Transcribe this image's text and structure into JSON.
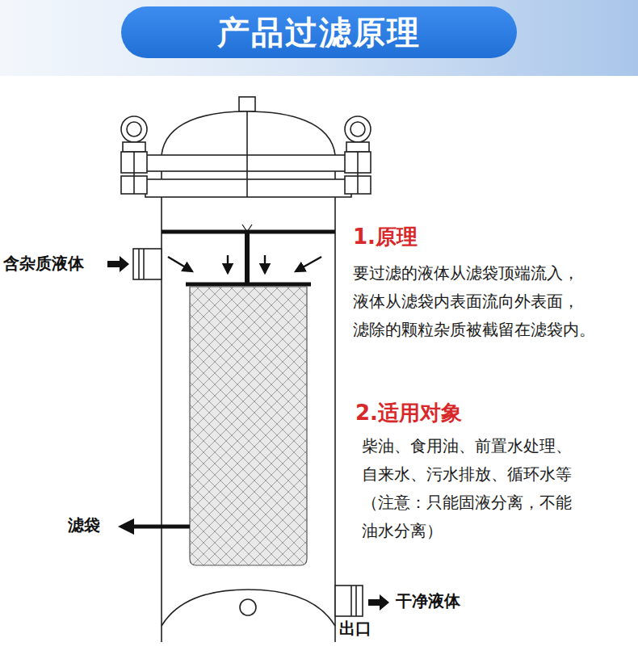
{
  "diagram": {
    "title": "产品过滤原理",
    "labels": [
      "含杂质液体",
      "滤袋",
      "干净液体",
      "出口",
      "1.原理",
      "要过滤的液体从滤袋顶端流入，",
      "液体从滤袋内表面流向外表面，",
      "滤除的颗粒杂质被截留在滤袋内。",
      "2.适用对象",
      "柴油、食用油、前置水处理、",
      "自来水、污水排放、循环水等",
      "（注意：只能固液分离，不能",
      "油水分离）"
    ]
  }
}
